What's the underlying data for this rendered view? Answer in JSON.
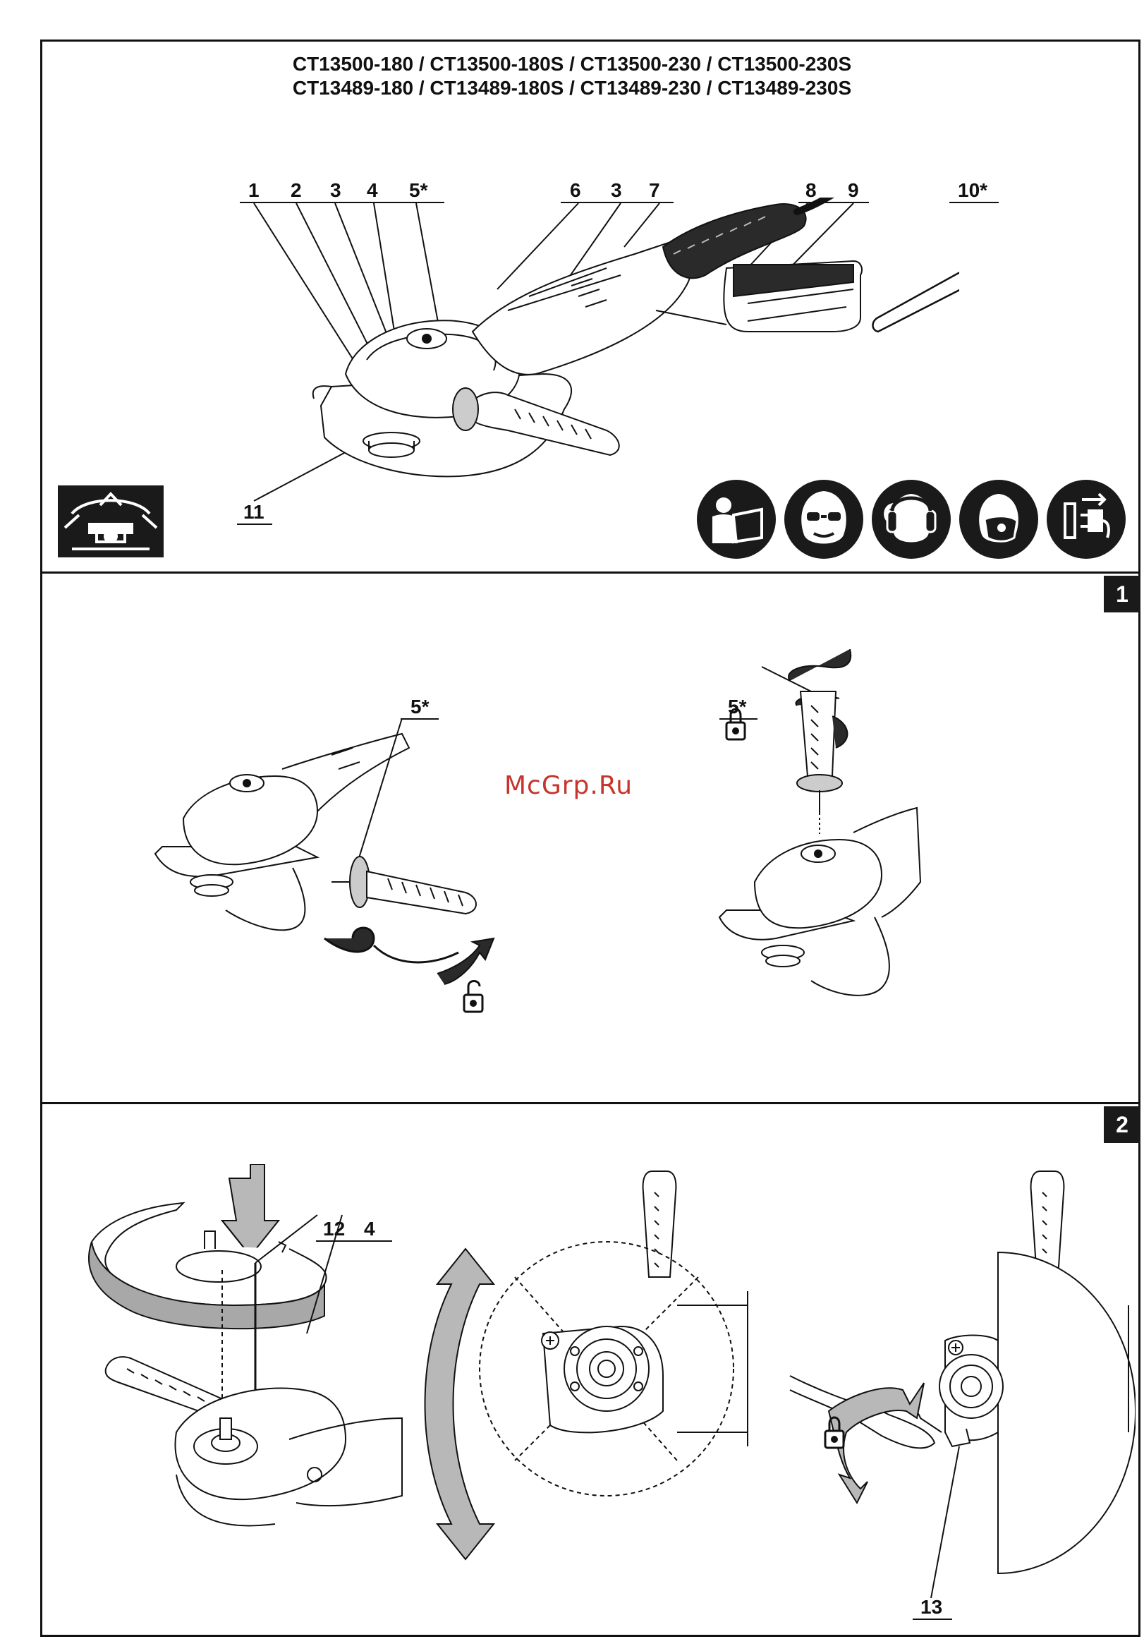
{
  "header": {
    "line1": "CT13500-180 / CT13500-180S / CT13500-230 / CT13500-230S",
    "line2": "CT13489-180 / CT13489-180S / CT13489-230 / CT13489-230S"
  },
  "overview": {
    "callouts_left": [
      "1",
      "2",
      "3",
      "4",
      "5*"
    ],
    "callouts_mid": [
      "6",
      "3",
      "7"
    ],
    "callouts_right": [
      "8",
      "9"
    ],
    "wrench_label": "10*",
    "bottom_label": "11",
    "safety_icons": [
      "read-manual-icon",
      "eye-protection-icon",
      "ear-protection-icon",
      "dust-mask-icon",
      "unplug-icon"
    ],
    "adjust_icon": "guard-adjust-icon"
  },
  "section1": {
    "number": "1",
    "label_left": "5*",
    "label_right": "5*",
    "watermark": "McGrp.Ru"
  },
  "section2": {
    "number": "2",
    "label_a": "12",
    "label_b": "4",
    "label_c": "13"
  }
}
